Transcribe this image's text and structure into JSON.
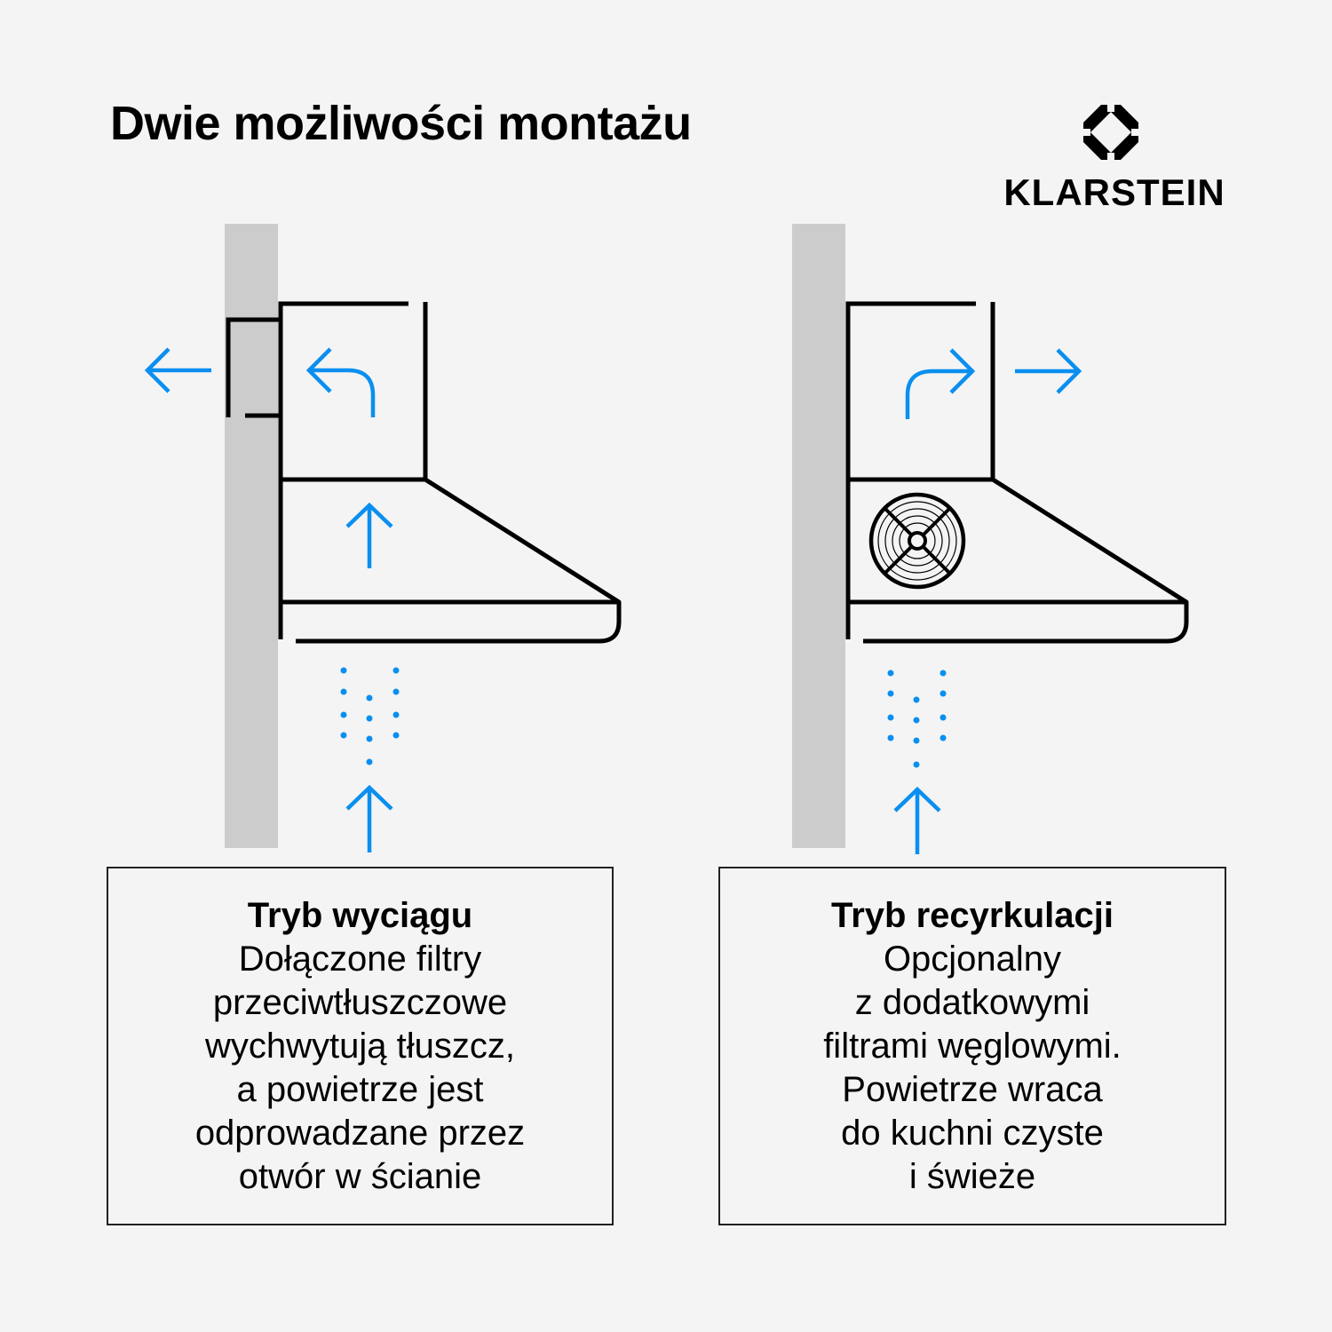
{
  "title": "Dwie możliwości montażu",
  "brand": {
    "name": "KLARSTEIN",
    "logo_icon": "octagon-diamond-logo-icon"
  },
  "colors": {
    "background": "#f4f4f4",
    "wall": "#cccccc",
    "outline": "#000000",
    "airflow": "#0a8ff0"
  },
  "diagrams": [
    {
      "id": "exhaust",
      "wall_side": "left",
      "icons": [
        "wall",
        "wall-duct",
        "hood-outline",
        "arrow-left-icon",
        "turn-left-arrow-icon",
        "arrow-up-icon",
        "air-dots",
        "arrow-up-icon"
      ]
    },
    {
      "id": "recirculation",
      "wall_side": "left",
      "icons": [
        "wall",
        "hood-outline",
        "fan-filter-icon",
        "turn-right-arrow-icon",
        "arrow-right-icon",
        "air-dots",
        "arrow-up-icon"
      ]
    }
  ],
  "panels": {
    "left": {
      "heading": "Tryb wyciągu",
      "lines": [
        "Dołączone filtry",
        "przeciwtłuszczowe",
        "wychwytują tłuszcz,",
        "a powietrze jest",
        "odprowadzane przez",
        "otwór w ścianie"
      ]
    },
    "right": {
      "heading": "Tryb recyrkulacji",
      "lines": [
        "Opcjonalny",
        "z dodatkowymi",
        "filtrami węglowymi.",
        "Powietrze wraca",
        "do kuchni czyste",
        "i świeże"
      ]
    }
  }
}
